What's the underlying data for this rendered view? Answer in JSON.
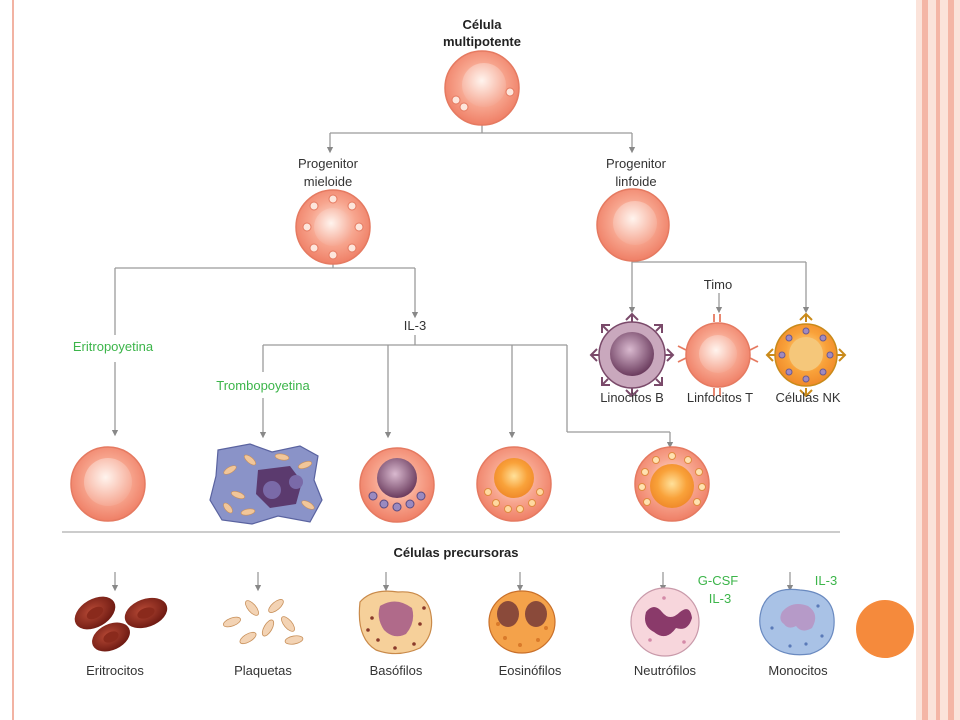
{
  "root": {
    "line1": "Célula",
    "line2": "multipotente"
  },
  "myeloid": {
    "line1": "Progenitor",
    "line2": "mieloide"
  },
  "lymphoid": {
    "line1": "Progenitor",
    "line2": "linfoide"
  },
  "labels": {
    "timo": "Timo",
    "il3": "IL-3",
    "epo": "Eritropoyetina",
    "tpo": "Trombopoyetina",
    "precursors": "Células precursoras",
    "gcsf": "G-CSF",
    "il3_neutro": "IL-3",
    "il3_mono": "IL-3"
  },
  "lymphocytes": [
    "Linocitos B",
    "Linfocitos T",
    "Células NK"
  ],
  "final_cells": [
    "Eritrocitos",
    "Plaquetas",
    "Basófilos",
    "Eosinófilos",
    "Neutrófilos",
    "Monocitos"
  ],
  "colors": {
    "accent": "#f58a3c",
    "frame": "#f2b3a3",
    "cytokine": "#3cb54a",
    "cell": "#f4a08a"
  }
}
